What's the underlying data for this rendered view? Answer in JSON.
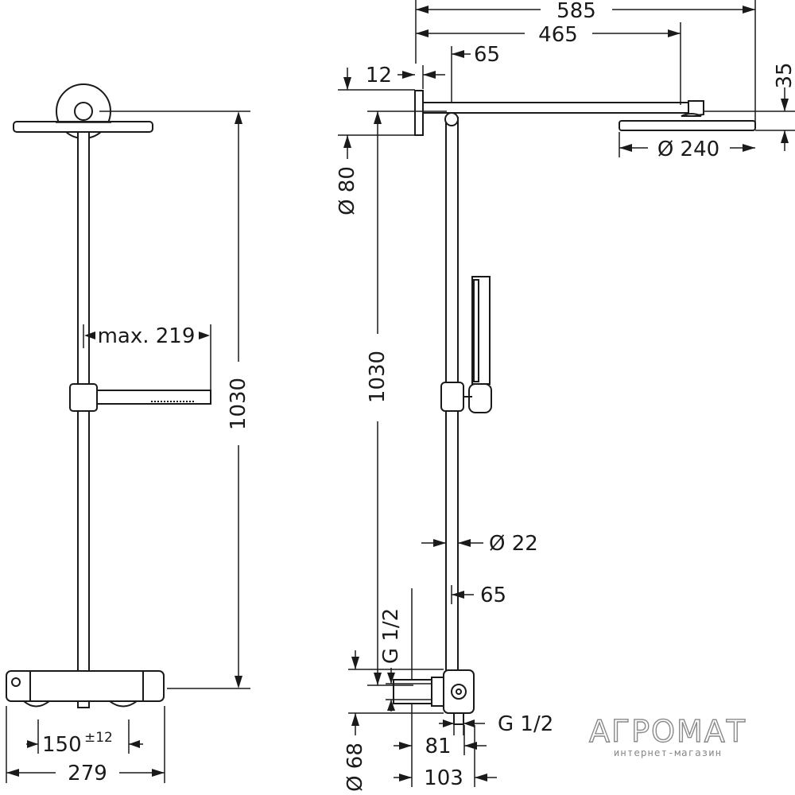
{
  "front_view": {
    "dimensions": {
      "height": "1030",
      "arm_reach": "max. 219",
      "center_distance": "150",
      "center_tolerance": "±12",
      "width": "279"
    }
  },
  "side_view": {
    "dimensions": {
      "total_length": "585",
      "arm_length": "465",
      "offset_top": "65",
      "flange_thickness": "12",
      "head_height": "35",
      "head_diameter": "Ø 240",
      "flange_diameter": "Ø 80",
      "height": "1030",
      "rail_diameter": "Ø 22",
      "offset_bottom": "65",
      "thread_top": "G 1/2",
      "thread_bottom": "G 1/2",
      "body_diameter": "Ø 68",
      "depth_81": "81",
      "depth_103": "103"
    }
  },
  "watermark": {
    "brand": "АГРОМАТ",
    "tagline": "интернет-магазин"
  }
}
